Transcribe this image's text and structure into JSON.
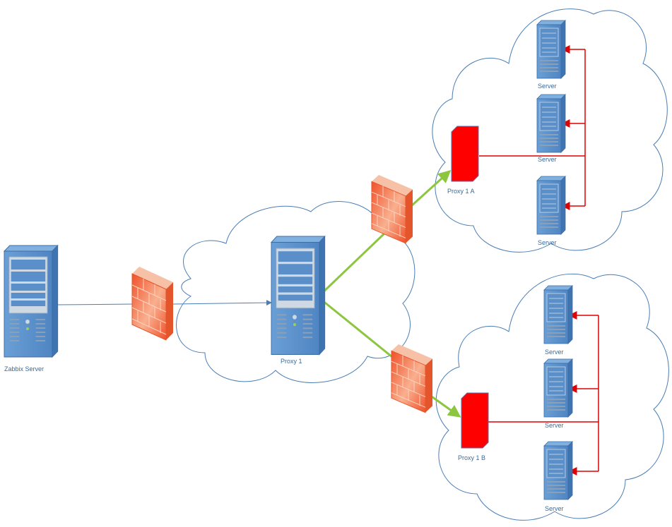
{
  "diagram": {
    "title": "Zabbix distributed monitoring topology",
    "nodes": {
      "zabbix_server": {
        "label": "Zabbix Server",
        "type": "server"
      },
      "proxy_1": {
        "label": "Proxy 1",
        "type": "server"
      },
      "proxy_1a": {
        "label": "Proxy 1 A",
        "type": "proxy"
      },
      "proxy_1b": {
        "label": "Proxy 1 B",
        "type": "proxy"
      },
      "servers_a": [
        {
          "label": "Server"
        },
        {
          "label": "Server"
        },
        {
          "label": "Server"
        }
      ],
      "servers_b": [
        {
          "label": "Server"
        },
        {
          "label": "Server"
        },
        {
          "label": "Server"
        }
      ],
      "firewalls": [
        "firewall-1",
        "firewall-2",
        "firewall-3"
      ]
    },
    "edges": [
      {
        "from": "zabbix_server",
        "to": "proxy_1",
        "via": "firewall-1",
        "style": "blue-thin"
      },
      {
        "from": "proxy_1",
        "to": "proxy_1a",
        "via": "firewall-2",
        "style": "green-thick"
      },
      {
        "from": "proxy_1",
        "to": "proxy_1b",
        "via": "firewall-3",
        "style": "green-thick"
      },
      {
        "from": "proxy_1a",
        "to": "servers_a",
        "style": "red"
      },
      {
        "from": "proxy_1b",
        "to": "servers_b",
        "style": "red"
      }
    ],
    "colors": {
      "cloud_stroke": "#4a7eb5",
      "link_blue": "#4a7eb5",
      "link_green": "#8cc63f",
      "link_red": "#e00000",
      "proxy_fill": "#ff0000",
      "server_fill": "#5b8fc9",
      "firewall_fill": "#f26a3d",
      "label": "#3a6a9a"
    }
  }
}
